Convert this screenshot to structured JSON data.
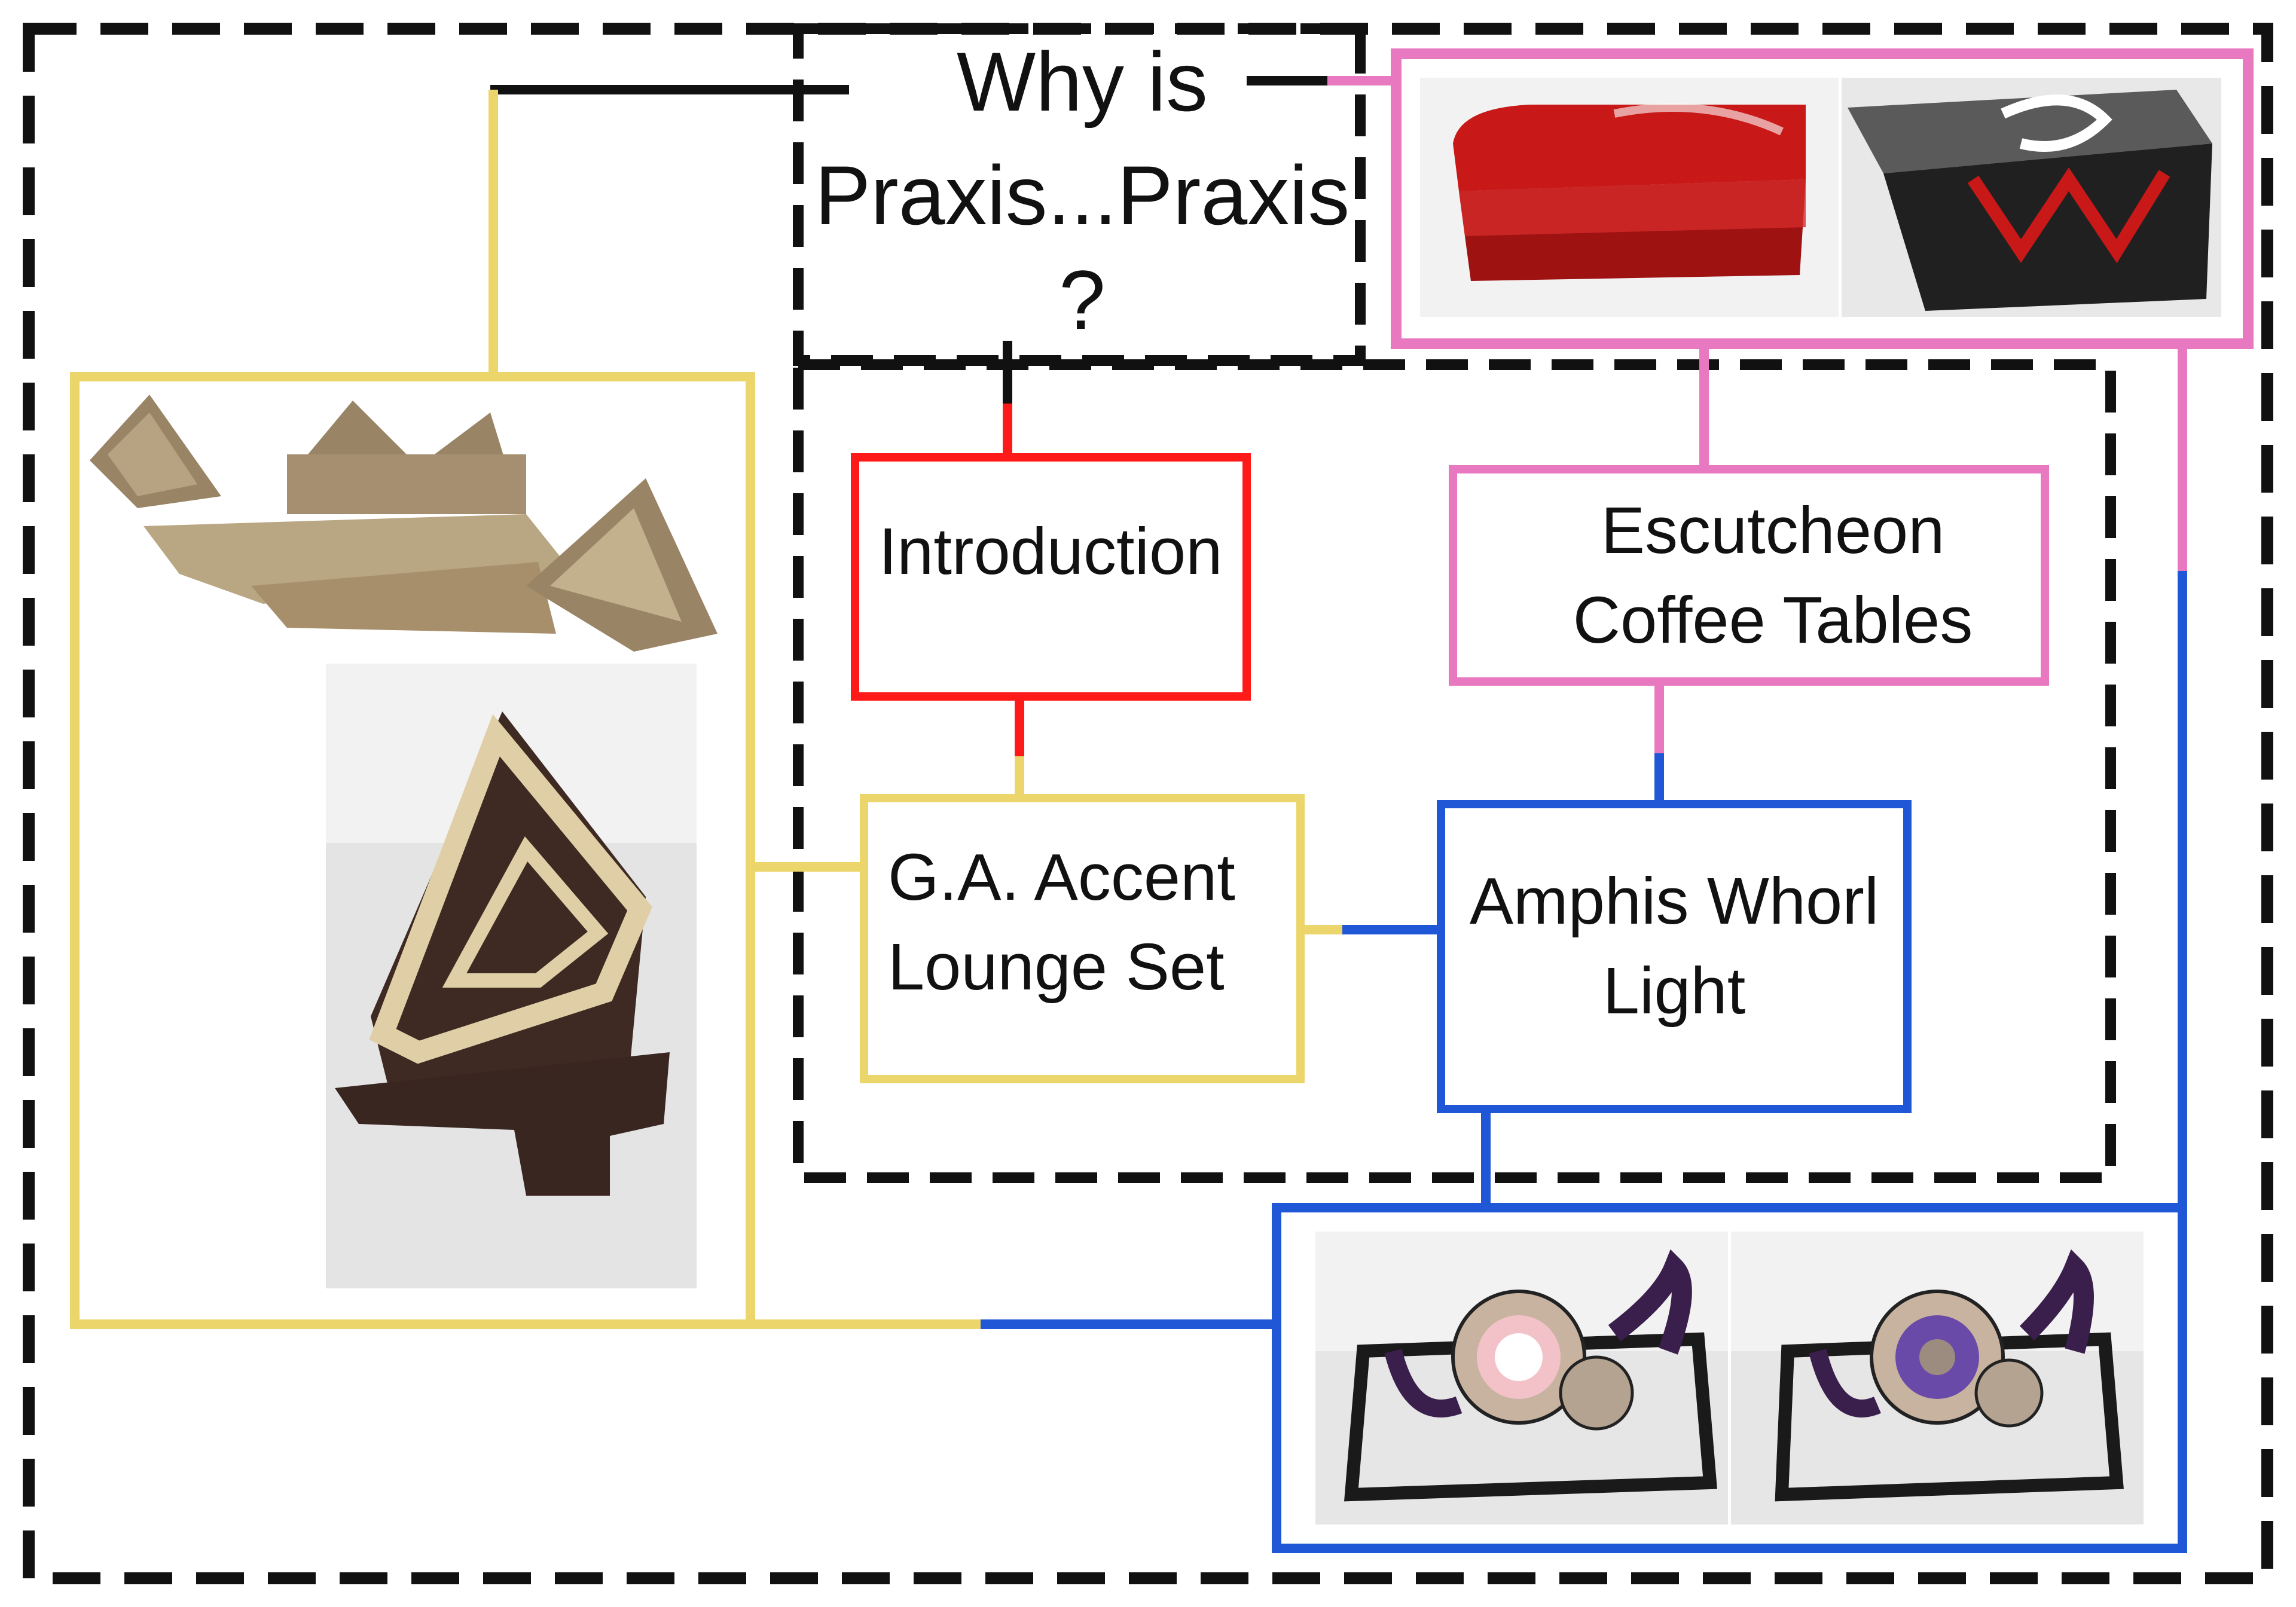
{
  "title": {
    "line1": "Why is",
    "line2": "Praxis...Praxis",
    "line3": "?"
  },
  "nodes": {
    "introduction": {
      "label": "Introduction"
    },
    "escutcheon": {
      "line1": "Escutcheon",
      "line2": "Coffee Tables"
    },
    "ga_accent": {
      "line1": "G.A. Accent",
      "line2": "Lounge Set"
    },
    "amphis": {
      "line1": "Amphis Whorl",
      "line2": "Light"
    }
  },
  "colors": {
    "introduction": "#ff1a1a",
    "escutcheon": "#e879c0",
    "ga_accent": "#ecd56a",
    "amphis": "#1f57d6",
    "outline": "#111111"
  },
  "images": {
    "escutcheon_red_table": "photo",
    "escutcheon_black_table": "photo",
    "lounge_render": "render",
    "lounge_photo": "photo",
    "amphis_light_on": "photo",
    "amphis_light_off": "photo"
  }
}
